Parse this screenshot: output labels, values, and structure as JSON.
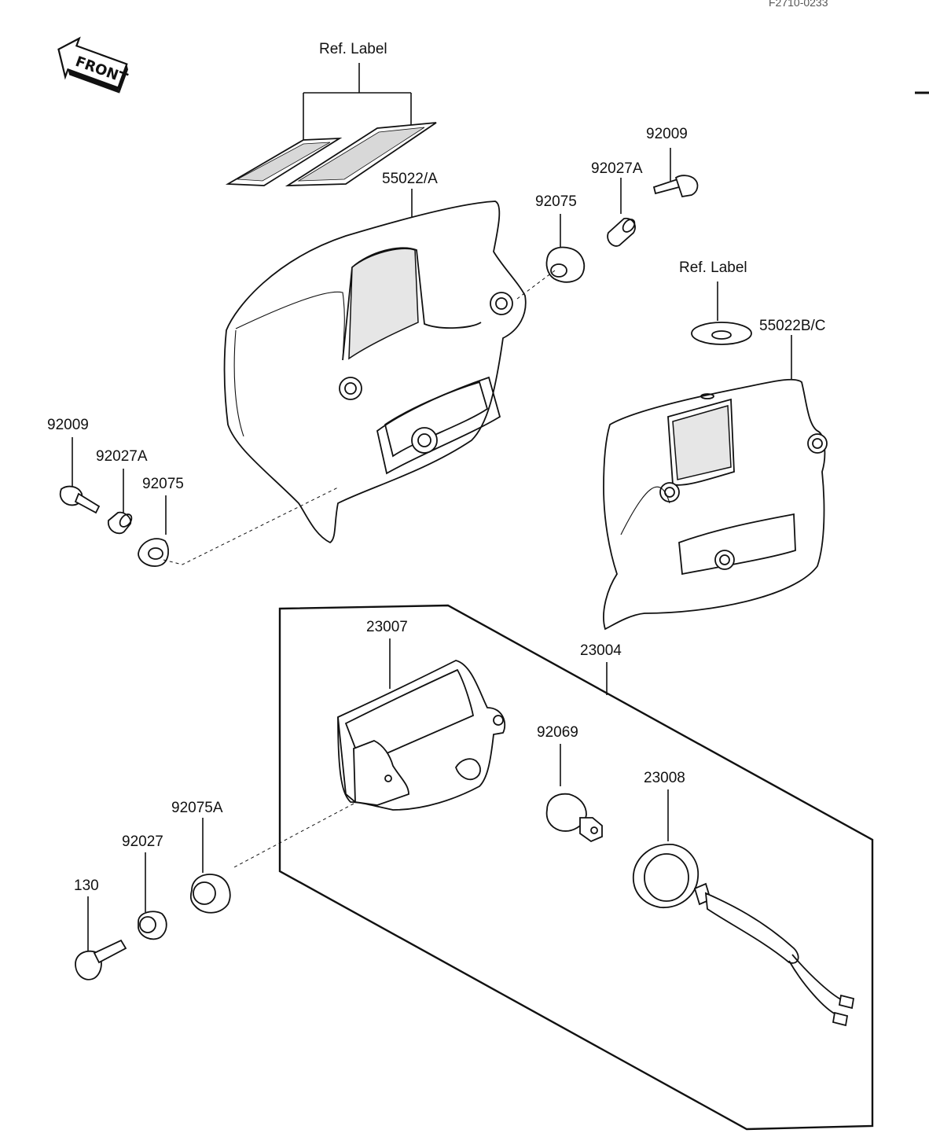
{
  "diagram": {
    "front_arrow": "FRONT",
    "corner_ref": "F2710-0233",
    "labels": {
      "ref_label_top": "Ref. Label",
      "p55022_a": "55022/A",
      "p92075_top": "92075",
      "p92027a_top": "92027A",
      "p92009_top": "92009",
      "ref_label_right": "Ref. Label",
      "p55022_bc": "55022B/C",
      "p92009_left": "92009",
      "p92027a_left": "92027A",
      "p92075_left": "92075",
      "p23007": "23007",
      "p23004": "23004",
      "p92069": "92069",
      "p23008": "23008",
      "p92075a": "92075A",
      "p92027": "92027",
      "p130": "130"
    }
  }
}
